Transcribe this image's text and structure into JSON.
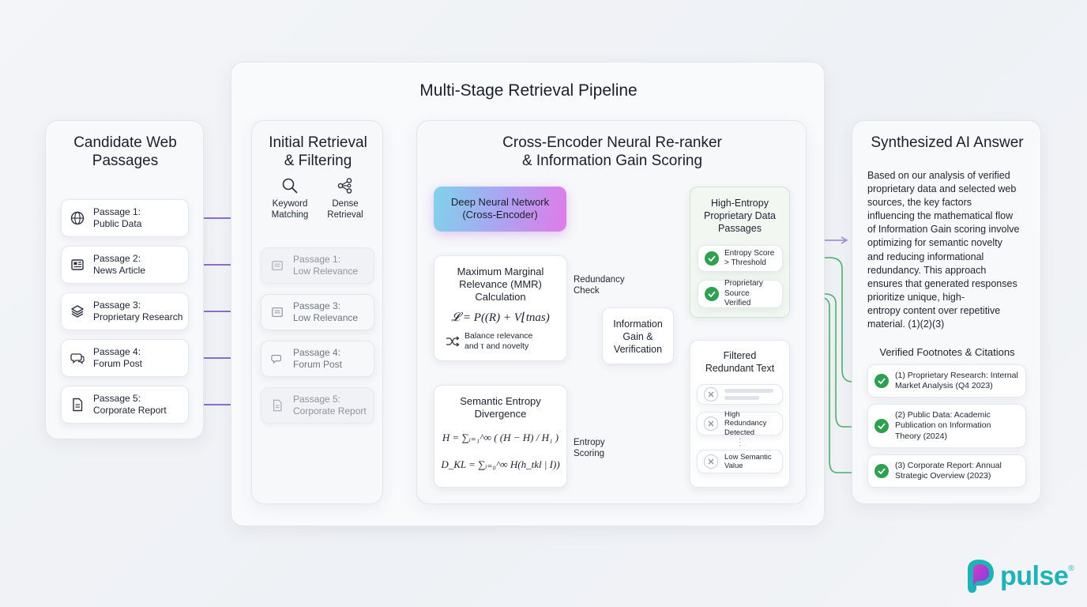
{
  "pipeline": {
    "title": "Multi-Stage Retrieval Pipeline"
  },
  "candidates": {
    "title_lines": [
      "Candidate Web",
      "Passages"
    ],
    "items": [
      {
        "title": "Passage 1:",
        "subtitle": "Public Data",
        "icon": "globe-icon"
      },
      {
        "title": "Passage 2:",
        "subtitle": "News Article",
        "icon": "newspaper-icon"
      },
      {
        "title": "Passage 3:",
        "subtitle": "Proprietary Research",
        "icon": "layers-icon"
      },
      {
        "title": "Passage 4:",
        "subtitle": "Forum Post",
        "icon": "chat-icon"
      },
      {
        "title": "Passage 5:",
        "subtitle": "Corporate Report",
        "icon": "document-icon"
      }
    ]
  },
  "retrieval": {
    "title_lines": [
      "Initial Retrieval",
      "& Filtering"
    ],
    "methods": [
      {
        "lines": [
          "Keyword",
          "Matching"
        ],
        "icon": "search-icon"
      },
      {
        "lines": [
          "Dense",
          "Retrieval"
        ],
        "icon": "network-icon"
      }
    ],
    "items": [
      {
        "title": "Passage 1:",
        "subtitle": "Low Relevance",
        "icon": "newspaper-icon"
      },
      {
        "title": "Passage 3:",
        "subtitle": "Low Relevance",
        "icon": "newspaper-icon"
      },
      {
        "title": "Passage 4:",
        "subtitle": "Forum Post",
        "icon": "chat-icon"
      },
      {
        "title": "Passage 5:",
        "subtitle": "Corporate Report",
        "icon": "document-icon"
      }
    ]
  },
  "reranker": {
    "title_lines": [
      "Cross-Encoder Neural Re-ranker",
      "& Information Gain Scoring"
    ],
    "dnn_lines": [
      "Deep Neural Network",
      "(Cross-Encoder)"
    ],
    "mmr": {
      "title_lines": [
        "Maximum Marginal",
        "Relevance (MMR)",
        "Calculation"
      ],
      "formula": "𝓛 = P((R) + V⌊tnas)",
      "note_lines": [
        "Balance relevance",
        "and τ and novelty"
      ]
    },
    "entropy": {
      "title_lines": [
        "Semantic Entropy",
        "Divergence"
      ],
      "formula_h": "H = ∑ᵢ₌₁^∞ ( (H − H) / H₁ )",
      "formula_dkl": "D_KL = ∑ᵢ₌₀^∞ H(h_tkl | I))"
    },
    "redundancy_lines": [
      "Redundancy",
      "Check"
    ],
    "entropy_scoring_lines": [
      "Entropy",
      "Scoring"
    ],
    "gain_lines": [
      "Information",
      "Gain &",
      "Verification"
    ],
    "high_entropy": {
      "title_lines": [
        "High-Entropy",
        "Proprietary Data",
        "Passages"
      ],
      "items": [
        {
          "lines": [
            "Entropy Score",
            "> Threshold"
          ]
        },
        {
          "lines": [
            "Proprietary",
            "Source Verified"
          ]
        }
      ]
    },
    "filtered": {
      "title_lines": [
        "Filtered",
        "Redundant Text"
      ],
      "items": [
        {
          "lines": []
        },
        {
          "lines": [
            "High Redundancy",
            "Detected"
          ]
        },
        {
          "lines": [
            "Low Semantic",
            "Value"
          ]
        }
      ]
    }
  },
  "answer": {
    "title": "Synthesized AI Answer",
    "body_lines": [
      "Based on our analysis of verified",
      "proprietary data and selected web",
      "sources, the key factors",
      "influencing the mathematical flow",
      "of Information Gain scoring involve",
      "optimizing for semantic novelty",
      "and reducing informational",
      "redundancy. This approach",
      "ensures that generated responses",
      "prioritize unique, high-",
      "entropy content over repetitive",
      "material. (1)(2)(3)"
    ],
    "footnotes_title": "Verified Footnotes & Citations",
    "footnotes": [
      {
        "lines": [
          "(1) Proprietary Research: Internal",
          "Market Analysis (Q4 2023)"
        ]
      },
      {
        "lines": [
          "(2) Public Data: Academic",
          "Publication on Information",
          "Theory (2024)"
        ]
      },
      {
        "lines": [
          "(3) Corporate Report: Annual",
          "Strategic Overview (2023)"
        ]
      }
    ]
  },
  "brand": {
    "name": "pulse",
    "mark": "®"
  },
  "colors": {
    "purple": "#7c5cc4",
    "light_purple": "#b39ddb",
    "green": "#4caf6a",
    "check_green": "#2ea04f",
    "brand_teal": "#1fb3b8",
    "brand_magenta": "#d43bc7"
  }
}
